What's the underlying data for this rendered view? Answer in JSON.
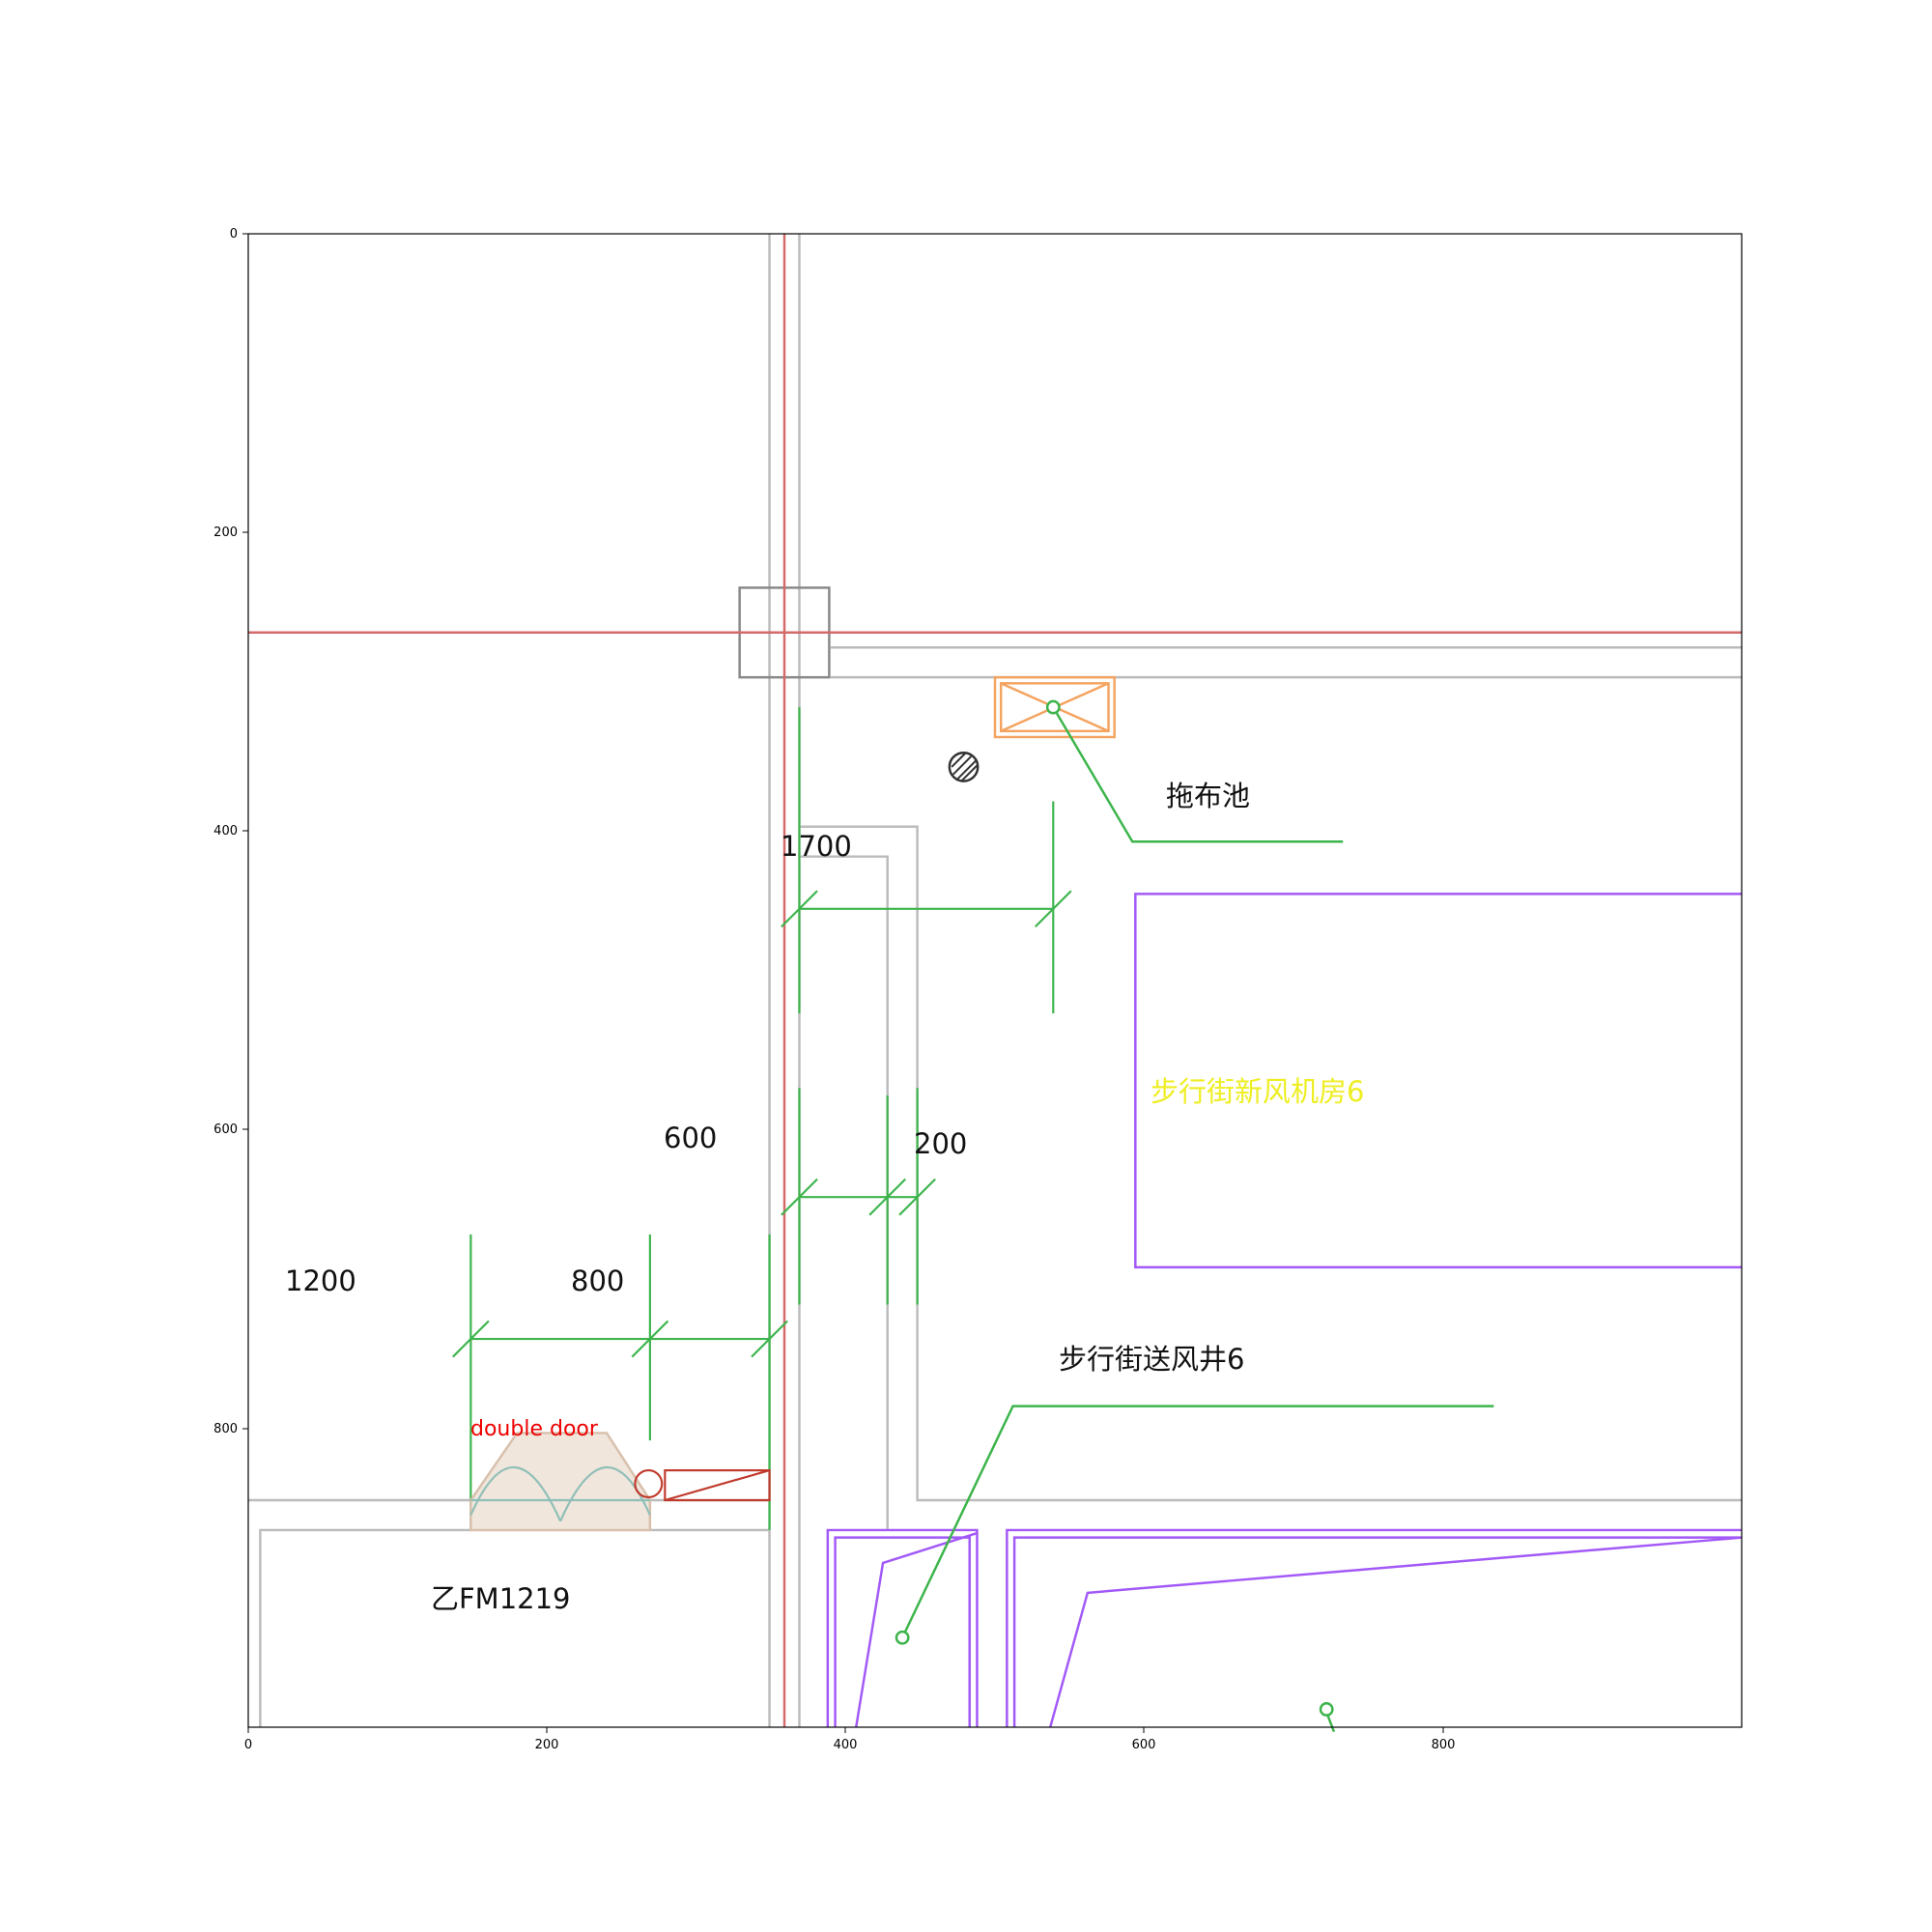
{
  "axes": {
    "x_ticks": [
      "0",
      "200",
      "400",
      "600",
      "800"
    ],
    "y_ticks": [
      "0",
      "200",
      "400",
      "600",
      "800"
    ],
    "xlim": [
      0,
      1000
    ],
    "ylim": [
      1000,
      0
    ]
  },
  "labels": {
    "mop_sink": "拖布池",
    "fresh_air_room": "步行街新风机房6",
    "supply_air_shaft": "步行街送风井6",
    "door_code": "乙FM1219",
    "double_door": "double door"
  },
  "dimensions": {
    "d1700": "1700",
    "d600": "600",
    "d200": "200",
    "d1200": "1200",
    "d800": "800"
  },
  "colors": {
    "wall": "#bbbbbb",
    "axis_line": "#d46a6a",
    "dimension": "#3cb44b",
    "duct": "#a259f7",
    "equipment": "#f4a460",
    "room_label": "#eeee22",
    "door_fill": "#f0e6dc",
    "door_label": "#ee0000"
  }
}
